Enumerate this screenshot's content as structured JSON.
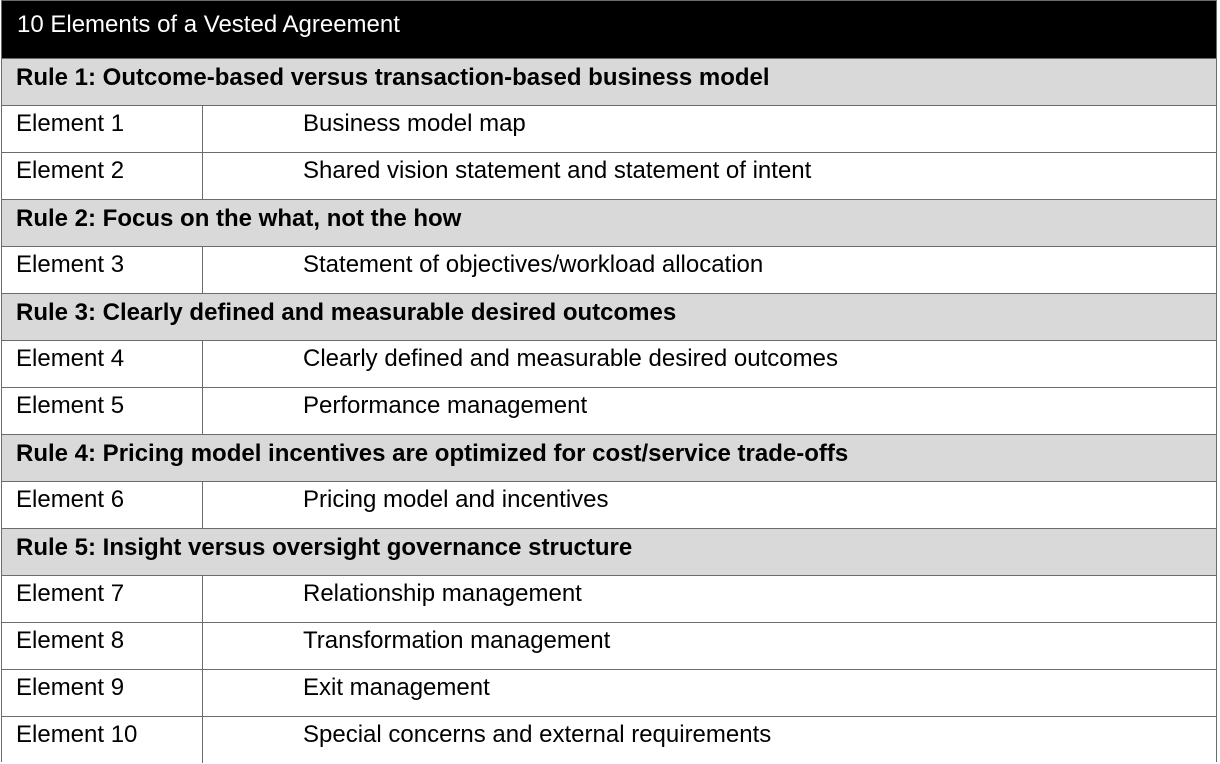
{
  "title": "10 Elements of a Vested Agreement",
  "rows": [
    {
      "type": "rule",
      "text": "Rule 1: Outcome-based versus transaction-based business model"
    },
    {
      "type": "element",
      "label": "Element 1",
      "desc": "Business model map"
    },
    {
      "type": "element",
      "label": "Element 2",
      "desc": "Shared vision statement and statement of intent"
    },
    {
      "type": "rule",
      "text": "Rule 2: Focus on the what, not the how"
    },
    {
      "type": "element",
      "label": "Element 3",
      "desc": "Statement of objectives/workload allocation"
    },
    {
      "type": "rule",
      "text": "Rule 3: Clearly defined and measurable desired outcomes"
    },
    {
      "type": "element",
      "label": "Element 4",
      "desc": "Clearly defined and measurable desired outcomes"
    },
    {
      "type": "element",
      "label": "Element 5",
      "desc": "Performance management"
    },
    {
      "type": "rule",
      "text": "Rule 4: Pricing model incentives are optimized for cost/service trade-offs"
    },
    {
      "type": "element",
      "label": "Element 6",
      "desc": "Pricing model and incentives"
    },
    {
      "type": "rule",
      "text": "Rule 5: Insight versus oversight governance structure"
    },
    {
      "type": "element",
      "label": "Element 7",
      "desc": "Relationship management"
    },
    {
      "type": "element",
      "label": "Element 8",
      "desc": "Transformation management"
    },
    {
      "type": "element",
      "label": "Element 9",
      "desc": "Exit management"
    },
    {
      "type": "element",
      "label": "Element 10",
      "desc": "Special concerns and external requirements"
    }
  ],
  "colors": {
    "title_bg": "#000000",
    "title_text": "#ffffff",
    "rule_bg": "#d9d9d9",
    "border": "#6b6b6b"
  }
}
